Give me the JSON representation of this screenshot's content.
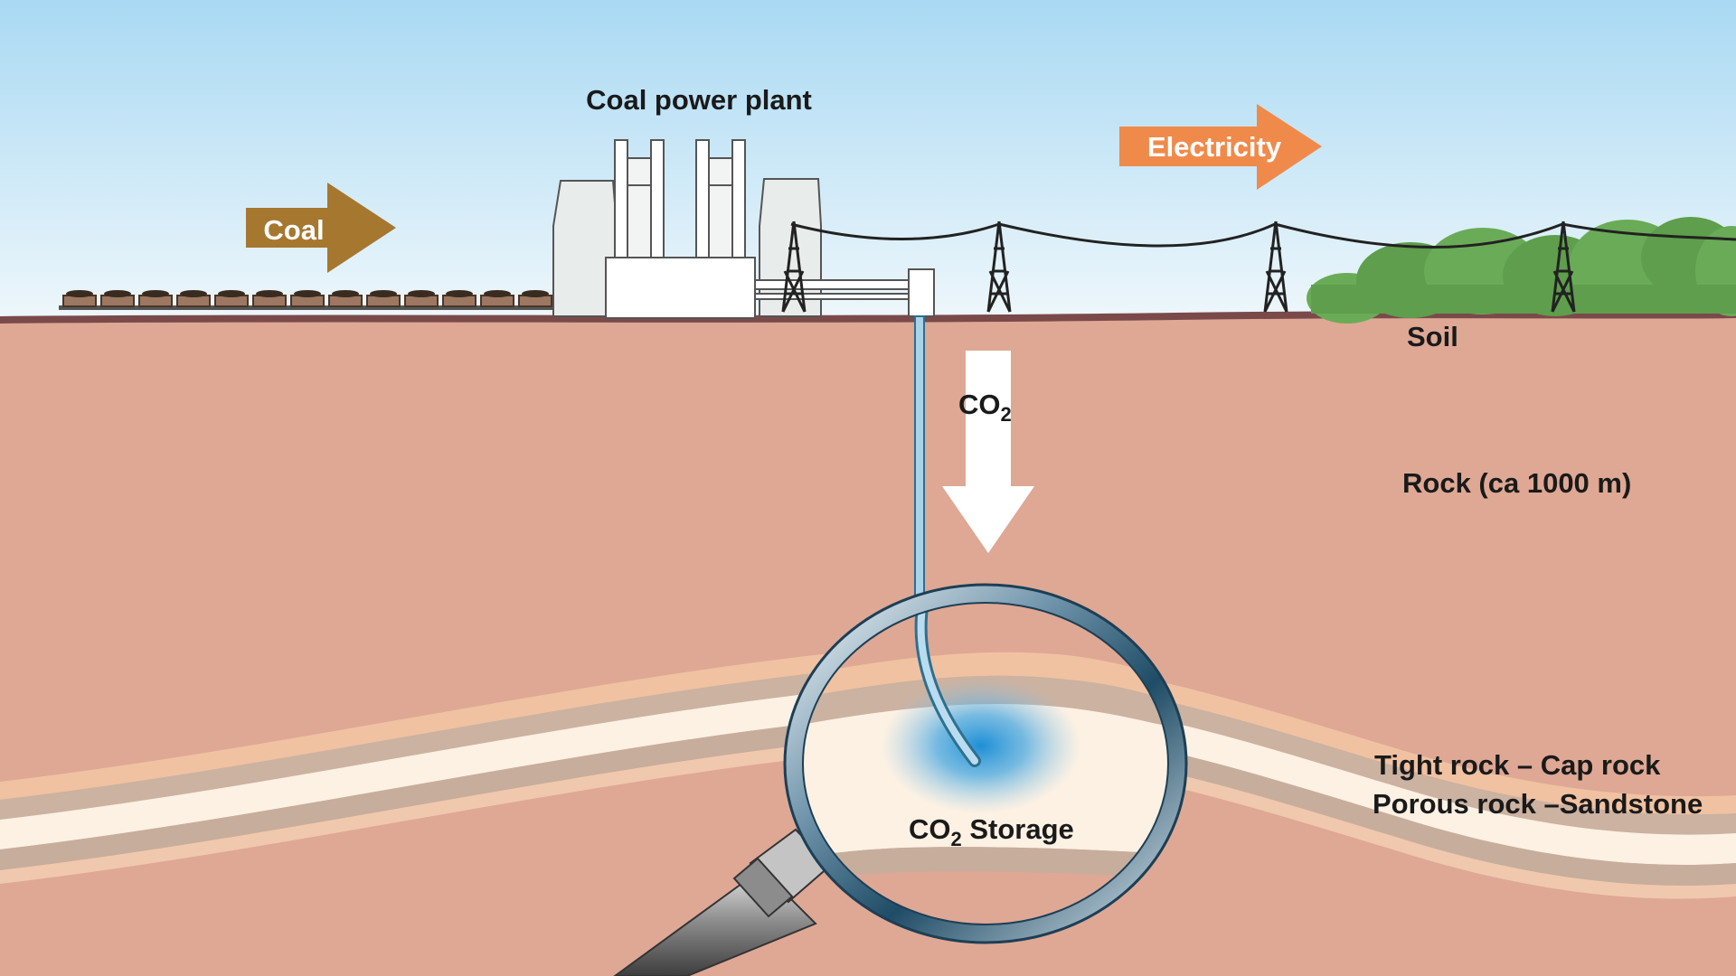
{
  "labels": {
    "power_plant": "Coal power plant",
    "coal": "Coal",
    "electricity": "Electricity",
    "soil": "Soil",
    "rock": "Rock (ca 1000 m)",
    "co2_main": "CO",
    "co2_sub": "2",
    "cap_rock": "Tight rock – Cap rock",
    "sandstone": "Porous rock –Sandstone",
    "storage_main": "CO",
    "storage_sub": "2",
    "storage_rest": " Storage"
  },
  "colors": {
    "sky_top": "#a9d9f3",
    "sky_bottom": "#eaf6fb",
    "rock": "#dea895",
    "ground_line": "#7a4a4a",
    "coal_arrow": "#a6772f",
    "electricity_arrow": "#f08a4b",
    "trees": "#5e9e4c",
    "co2_plume": "#1e8fd6"
  }
}
